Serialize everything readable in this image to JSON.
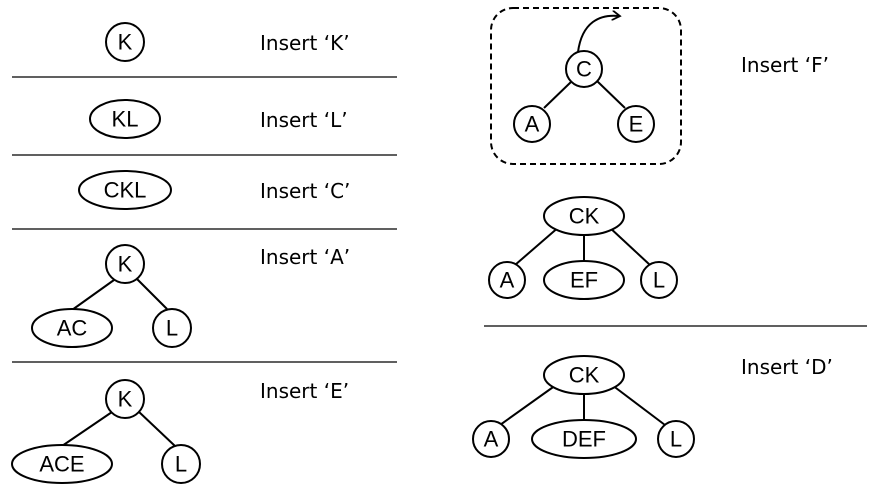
{
  "labels": {
    "insert_k": "Insert ‘K’",
    "insert_l": "Insert ‘L’",
    "insert_c": "Insert ‘C’",
    "insert_a": "Insert ‘A’",
    "insert_e": "Insert ‘E’",
    "insert_f": "Insert ‘F’",
    "insert_d": "Insert ‘D’"
  },
  "nodes": {
    "s1_root": "K",
    "s2_root": "KL",
    "s3_root": "CKL",
    "s4_root": "K",
    "s4_left": "AC",
    "s4_right": "L",
    "s5_root": "K",
    "s5_left": "ACE",
    "s5_right": "L",
    "s6_root": "C",
    "s6_left": "A",
    "s6_right": "E",
    "s7_root": "CK",
    "s7_left": "A",
    "s7_mid": "EF",
    "s7_right": "L",
    "s8_root": "CK",
    "s8_left": "A",
    "s8_mid": "DEF",
    "s8_right": "L"
  }
}
